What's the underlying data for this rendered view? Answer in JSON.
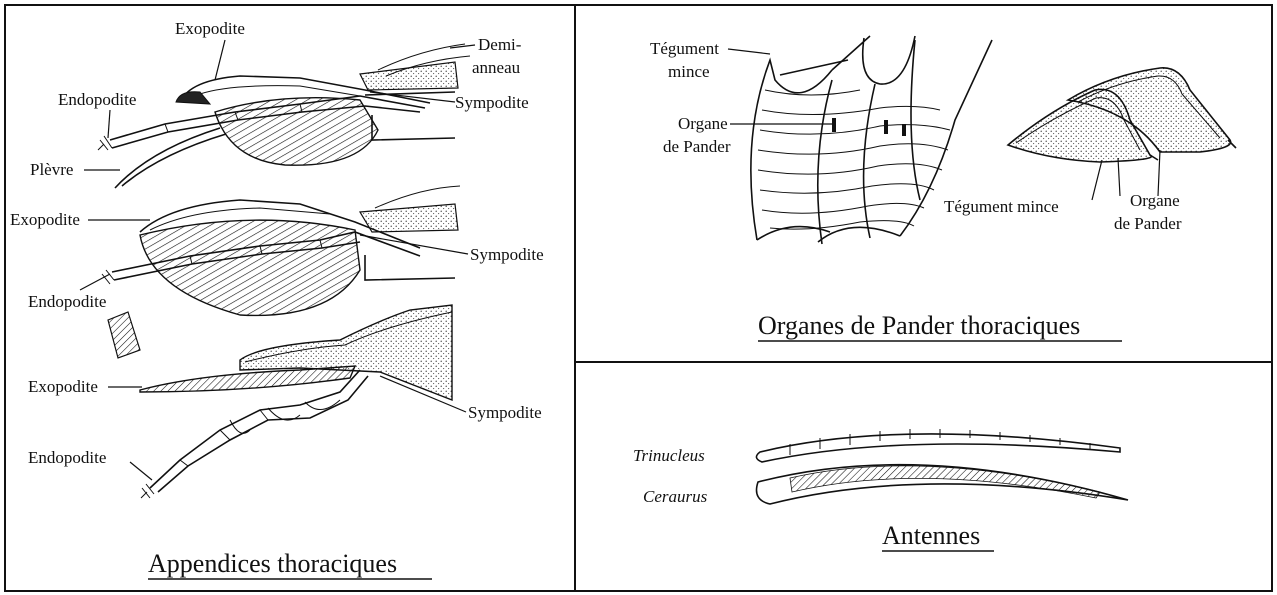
{
  "panels": {
    "appendices": {
      "title": "Appendices thoraciques",
      "labels": {
        "exopodite_1": "Exopodite",
        "demi_1": "Demi-",
        "demi_2": "anneau",
        "endopodite_1": "Endopodite",
        "sympodite_1": "Sympodite",
        "plevre": "Plèvre",
        "exopodite_2": "Exopodite",
        "sympodite_2": "Sympodite",
        "endopodite_2": "Endopodite",
        "exopodite_3": "Exopodite",
        "sympodite_3": "Sympodite",
        "endopodite_3": "Endopodite"
      }
    },
    "pander": {
      "title": "Organes de Pander thoraciques",
      "labels": {
        "tegument_1": "Tégument",
        "tegument_2": "mince",
        "organe_1": "Organe",
        "organe_2": "de Pander",
        "tegument_mince": "Tégument mince",
        "organe_right_1": "Organe",
        "organe_right_2": "de Pander"
      }
    },
    "antennes": {
      "title": "Antennes",
      "labels": {
        "trinucleus": "Trinucleus",
        "ceraurus": "Ceraurus"
      }
    }
  }
}
